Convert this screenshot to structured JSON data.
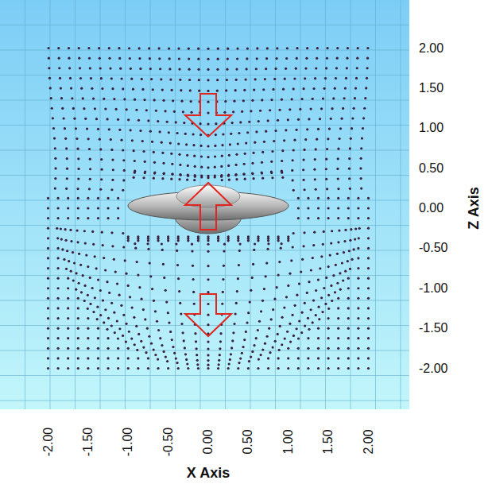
{
  "diagram": {
    "labels": [
      "2.00",
      "1.50",
      "1.00",
      "0.50",
      "0.00",
      "-0.50",
      "-1.00",
      "-1.50",
      "-2.00",
      "Z Axis",
      "-2.00",
      "-1.50",
      "-1.00",
      "-0.50",
      "0.00",
      "0.50",
      "1.00",
      "1.50",
      "2.00",
      "X Axis"
    ]
  }
}
